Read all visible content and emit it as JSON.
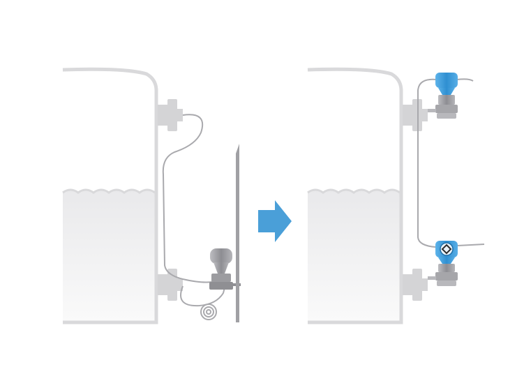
{
  "diagram": {
    "before": {
      "description_free": true,
      "components": [
        "tank",
        "liquid",
        "upper-flange",
        "lower-flange",
        "capillary-line",
        "capillary-coil",
        "dp-transmitter",
        "mounting-wall"
      ]
    },
    "transition": {
      "icon": "right-arrow-icon"
    },
    "after": {
      "components": [
        "tank",
        "liquid",
        "upper-flange",
        "lower-flange",
        "top-transmitter",
        "bottom-transmitter",
        "electronic-link-cable"
      ]
    }
  },
  "colors": {
    "background": "#ffffff",
    "tank_outline": "#d9d9db",
    "flange": "#d4d4d6",
    "liquid_top": "#e9e9eb",
    "liquid_bottom": "#fafafa",
    "capillary": "#a9a9ad",
    "transmitter_grey": "#9a9a9e",
    "transmitter_blue": "#3a9ad9",
    "arrow": "#4a9fd8",
    "wall": "#a0a0a4"
  }
}
